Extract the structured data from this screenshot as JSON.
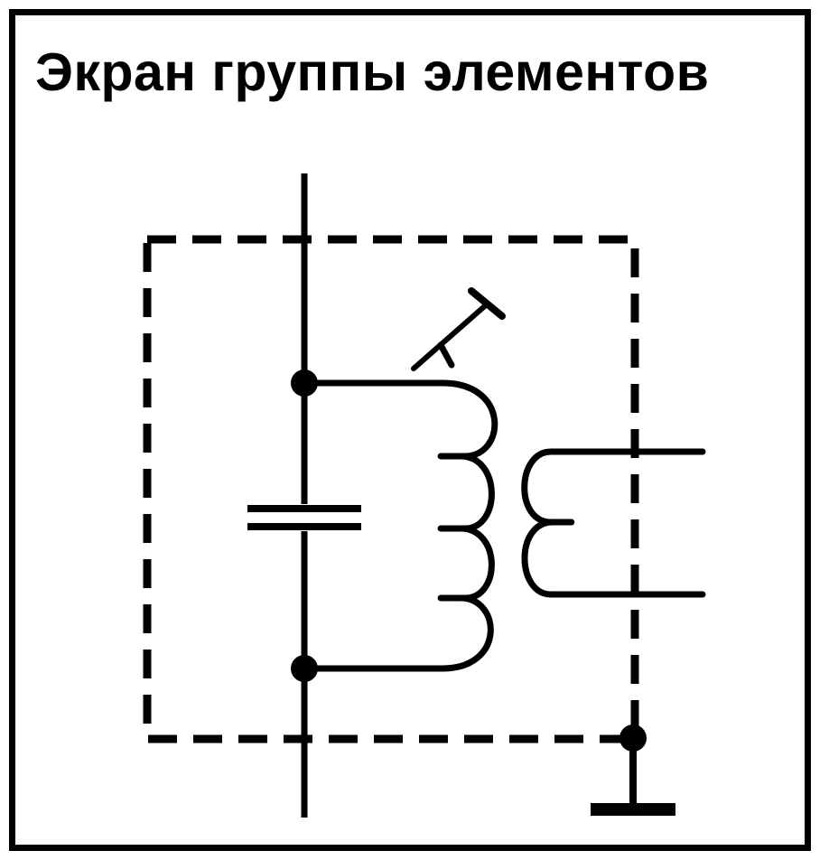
{
  "title": "Экран группы элементов",
  "colors": {
    "ink": "#000000",
    "paper": "#ffffff"
  },
  "symbols": [
    "shield-screen-dashed",
    "capacitor",
    "tunable-inductor",
    "coupling-coil",
    "ground"
  ]
}
